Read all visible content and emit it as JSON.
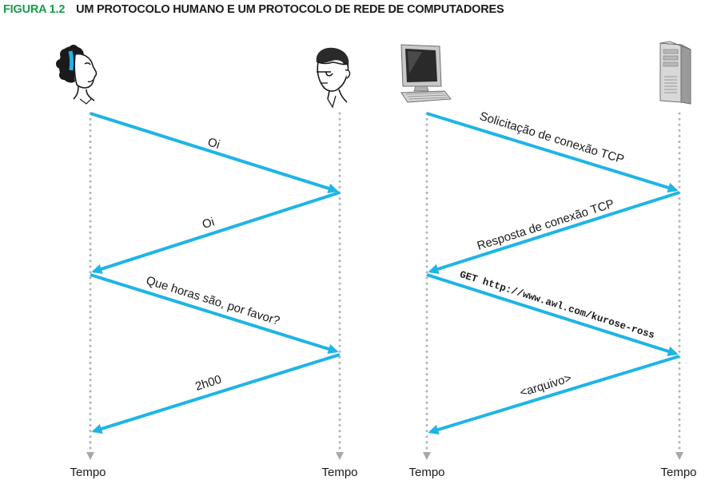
{
  "figure": {
    "label": "FIGURA 1.2",
    "title": "UM PROTOCOLO HUMANO E UM PROTOCOLO DE REDE DE COMPUTADORES"
  },
  "colors": {
    "label_green": "#1a9a4a",
    "arrow_blue": "#1fb4e6",
    "timeline_gray": "#b5b5b5"
  },
  "participants": [
    {
      "icon": "woman-icon",
      "time_label": "Tempo"
    },
    {
      "icon": "man-icon",
      "time_label": "Tempo"
    },
    {
      "icon": "computer-icon",
      "time_label": "Tempo"
    },
    {
      "icon": "server-icon",
      "time_label": "Tempo"
    }
  ],
  "human_protocol": {
    "messages": [
      "Oi",
      "Oi",
      "Que horas são, por favor?",
      "2h00"
    ]
  },
  "network_protocol": {
    "messages": [
      "Solicitação de conexão TCP",
      "Resposta de conexão TCP",
      "GET http://www.awl.com/kurose-ross",
      "<arquivo>"
    ]
  }
}
